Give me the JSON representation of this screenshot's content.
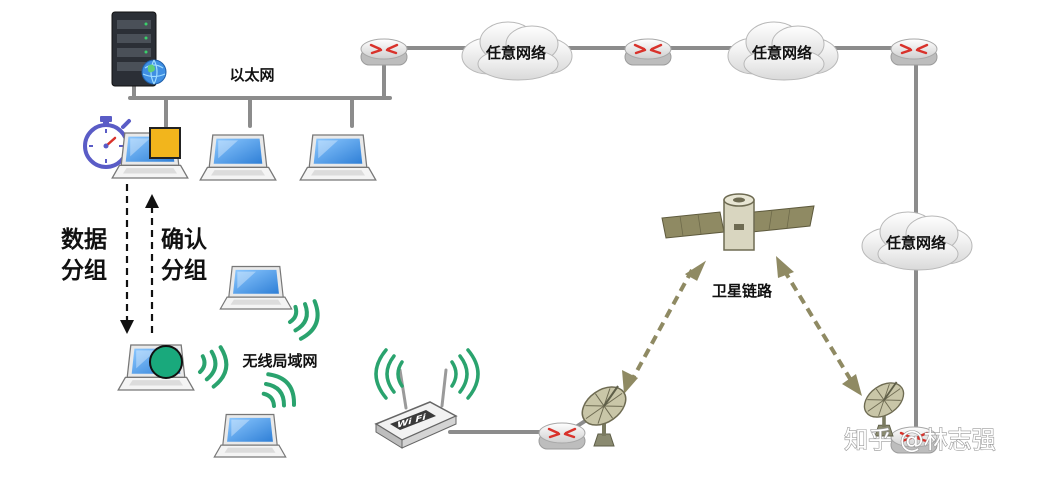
{
  "labels": {
    "ethernet": "以太网",
    "network_1": "任意网络",
    "network_2": "任意网络",
    "network_3": "任意网络",
    "data_packet_line1": "数据",
    "data_packet_line2": "分组",
    "ack_packet_line1": "确认",
    "ack_packet_line2": "分组",
    "wireless_lan": "无线局域网",
    "satellite_link": "卫星链路",
    "router_wifi": "Wi Fi",
    "watermark": "知乎 @林志强"
  },
  "colors": {
    "link_line": "#8c8c8c",
    "satellite_arrow": "#8f8a63",
    "square_marker": "#f2b51c",
    "circle_marker": "#19a97c",
    "wifi_green": "#2aa36e",
    "screen_blue": "#3d8fe0"
  }
}
